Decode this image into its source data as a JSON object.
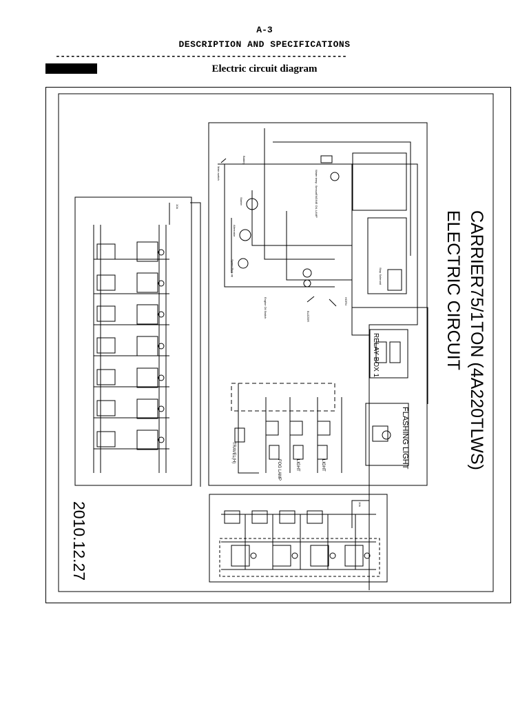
{
  "header": {
    "page_number": "A-3",
    "section_title": "DESCRIPTION AND SPECIFICATIONS",
    "rule": "----------------------------------------------------------",
    "diagram_title": "Electric circuit diagram"
  },
  "diagram": {
    "title_line1": "CARRIER75/1TON (4A220TLWS)",
    "title_line2": "ELECTRIC CIRCUIT",
    "date": "2010.12.27",
    "flashing_light_label": "FLASHING LIGHT",
    "relay_box_label": "RELAY BOX 1",
    "labels": {
      "battery": "Battery",
      "main_switch": "Main switch",
      "starter": "Starter",
      "alternator": "Alternator",
      "speed_pickup": "Speed Pick-up",
      "engine_oil_switch": "Engine Oil Switch",
      "buzzer": "BUZZER",
      "horn": "HORN",
      "stop_solenoid": "Stop Solenoid",
      "water_temp_sensor": "Water temp. Sensor",
      "engine_oil_lamp": "ENGINE OIL LAMP",
      "travel_h": "TRAVEL(H)",
      "fog_lamp": "FOG LAMP",
      "light_1": "LIGHT",
      "light_2": "LIGHT",
      "fuse_10a_1": "10A",
      "fuse_10a_2": "10A"
    },
    "colors": {
      "line": "#000000",
      "paper": "#ffffff"
    }
  }
}
